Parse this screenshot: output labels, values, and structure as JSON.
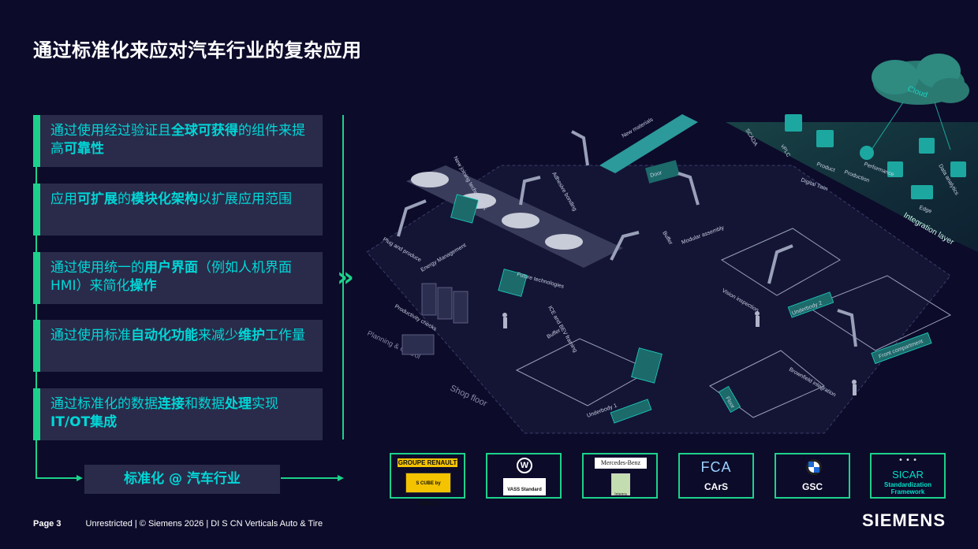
{
  "title": "通过标准化来应对汽车行业的复杂应用",
  "cards": [
    {
      "parts": [
        {
          "t": "通过使用经过验证且",
          "b": false
        },
        {
          "t": "全球可获得",
          "b": true
        },
        {
          "t": "的组件来提高",
          "b": false
        },
        {
          "t": "可靠性",
          "b": true
        }
      ]
    },
    {
      "parts": [
        {
          "t": "应用",
          "b": false
        },
        {
          "t": "可扩展",
          "b": true
        },
        {
          "t": "的",
          "b": false
        },
        {
          "t": "模块化架构",
          "b": true
        },
        {
          "t": "以扩展应用范围",
          "b": false
        }
      ]
    },
    {
      "parts": [
        {
          "t": "通过使用统一的",
          "b": false
        },
        {
          "t": "用户界面",
          "b": true
        },
        {
          "t": "（例如人机界面 HMI）来简化",
          "b": false
        },
        {
          "t": "操作",
          "b": true
        }
      ]
    },
    {
      "parts": [
        {
          "t": "通过使用标准",
          "b": false
        },
        {
          "t": "自动化功能",
          "b": true
        },
        {
          "t": "来减少",
          "b": false
        },
        {
          "t": "维护",
          "b": true
        },
        {
          "t": "工作量",
          "b": false
        }
      ]
    },
    {
      "parts": [
        {
          "t": "通过标准化的数据",
          "b": false
        },
        {
          "t": "连接",
          "b": true
        },
        {
          "t": "和数据",
          "b": false
        },
        {
          "t": "处理",
          "b": true
        },
        {
          "t": "实现 ",
          "b": false
        },
        {
          "t": "IT/OT集成",
          "b": true
        }
      ]
    }
  ],
  "summary": "标准化 @ 汽车行业",
  "chevron": "»",
  "illustration": {
    "cloud": "Cloud",
    "integration_layer": "Integration layer",
    "shop_floor": "Shop floor",
    "planning": "Planning & control",
    "labels": [
      "SCADA",
      "vPLC",
      "Product",
      "Production",
      "Performance",
      "Digital Twin",
      "Data analytics",
      "Edge",
      "New materials",
      "Door",
      "New joining technologies",
      "Adhesive bonding",
      "Plug and produce",
      "Energy Management",
      "Productivity checks",
      "ICE and BEV framing",
      "Buffer",
      "Buffer",
      "Underbody 1",
      "Underbody 2",
      "Front compartment",
      "Brownfield integration",
      "Floor",
      "Modular assembly",
      "Vision inspection",
      "Future technologies"
    ]
  },
  "logos": [
    {
      "name": "renault",
      "text": "GROUPE RENAULT",
      "sub": "S CUBE by RENAULT"
    },
    {
      "name": "vw",
      "text": "VASS Standard"
    },
    {
      "name": "mercedes",
      "text": "Mercedes-Benz",
      "sub": "Integra"
    },
    {
      "name": "fca",
      "text": "FCA",
      "sub": "CArS"
    },
    {
      "name": "bmw",
      "text": "GSC"
    },
    {
      "name": "sicar",
      "text": "SICAR",
      "sub": "Standardization Framework"
    }
  ],
  "footer": {
    "page": "Page 3",
    "text": "Unrestricted | © Siemens 2026 | DI S CN Verticals Auto & Tire"
  },
  "brand": "SIEMENS",
  "colors": {
    "background": "#0c0b2a",
    "accent_green": "#1cd28a",
    "accent_cyan": "#00d7d7",
    "card": "#2a2b4a"
  }
}
